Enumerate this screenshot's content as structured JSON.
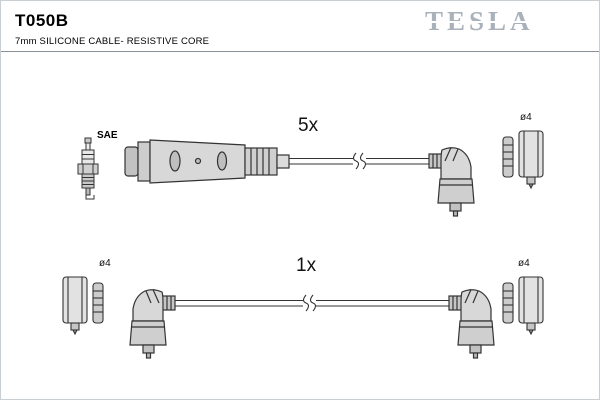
{
  "header": {
    "part_number": "T050B",
    "subtitle": "7mm SILICONE CABLE- RESISTIVE CORE",
    "brand": "TESLA"
  },
  "diagram": {
    "spark_plug_standard_label": "SAE",
    "top_cable": {
      "quantity_label": "5x",
      "right_terminal_diameter": "ø4"
    },
    "bottom_cable": {
      "quantity_label": "1x",
      "left_terminal_diameter": "ø4",
      "right_terminal_diameter": "ø4"
    }
  },
  "colors": {
    "brand_logo_gray": "#a9b2ba",
    "line_art": "#333333",
    "connector_fill": "#d8d8d8"
  }
}
